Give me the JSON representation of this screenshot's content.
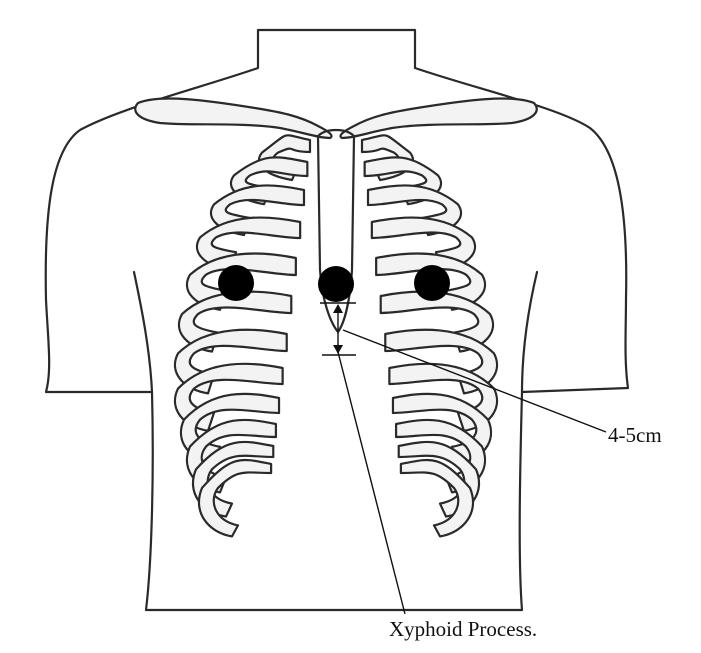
{
  "labels": {
    "distance": "4-5cm",
    "xyphoid": "Xyphoid Process."
  },
  "electrodes": [
    {
      "id": "right"
    },
    {
      "id": "center"
    },
    {
      "id": "left"
    }
  ],
  "colors": {
    "skin": "#f3f3f3",
    "outline": "#2a2a2a",
    "electrode": "#000000",
    "background": "#ffffff"
  }
}
